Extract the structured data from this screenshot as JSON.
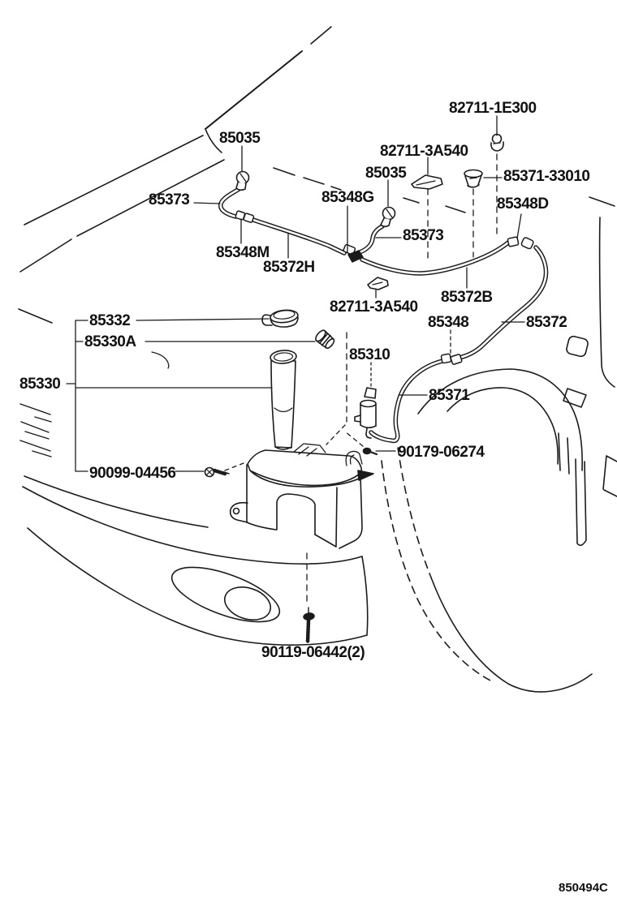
{
  "diagram_code": "850494C",
  "labels": [
    {
      "id": "82711-1E300",
      "text": "82711-1E300"
    },
    {
      "id": "85035-1",
      "text": "85035"
    },
    {
      "id": "82711-3A540-1",
      "text": "82711-3A540"
    },
    {
      "id": "85035-2",
      "text": "85035"
    },
    {
      "id": "85371-33010",
      "text": "85371-33010"
    },
    {
      "id": "85373-1",
      "text": "85373"
    },
    {
      "id": "85348G",
      "text": "85348G"
    },
    {
      "id": "85348D",
      "text": "85348D"
    },
    {
      "id": "85373-2",
      "text": "85373"
    },
    {
      "id": "85348M",
      "text": "85348M"
    },
    {
      "id": "85372H",
      "text": "85372H"
    },
    {
      "id": "85372B",
      "text": "85372B"
    },
    {
      "id": "82711-3A540-2",
      "text": "82711-3A540"
    },
    {
      "id": "85348",
      "text": "85348"
    },
    {
      "id": "85372",
      "text": "85372"
    },
    {
      "id": "85332",
      "text": "85332"
    },
    {
      "id": "85330A",
      "text": "85330A"
    },
    {
      "id": "85310",
      "text": "85310"
    },
    {
      "id": "85330",
      "text": "85330"
    },
    {
      "id": "85371",
      "text": "85371"
    },
    {
      "id": "90179-06274",
      "text": "90179-06274"
    },
    {
      "id": "90099-04456",
      "text": "90099-04456"
    },
    {
      "id": "90119-06442-2",
      "text": "90119-06442(2)"
    }
  ]
}
